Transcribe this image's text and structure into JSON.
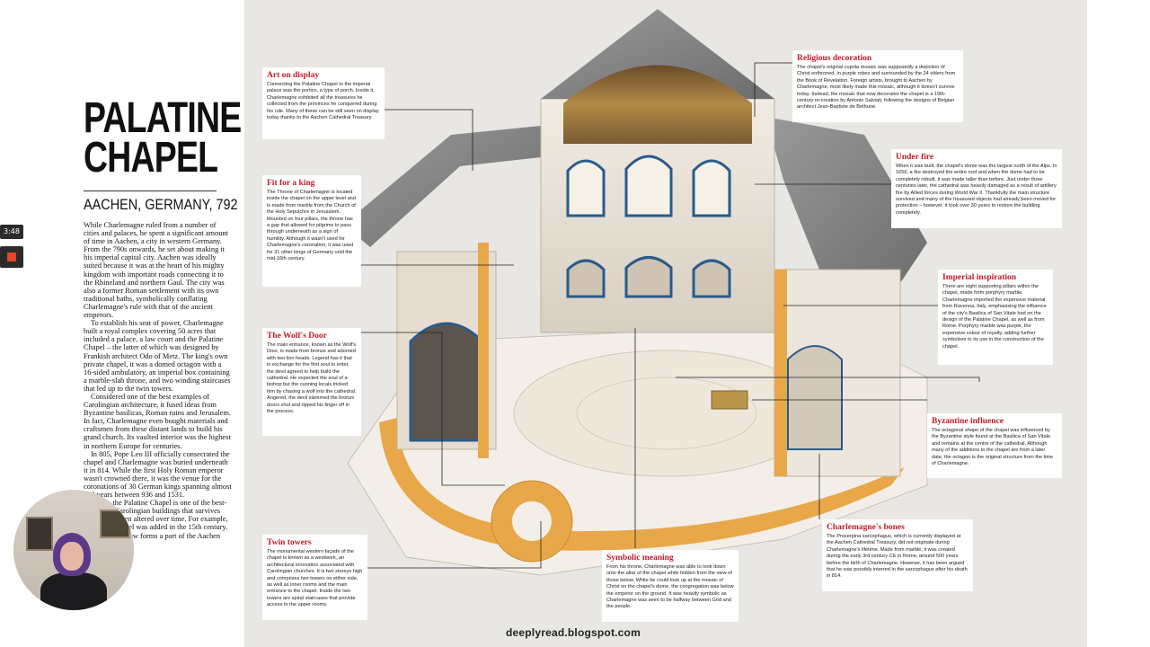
{
  "article": {
    "title": "PALATINE\nCHAPEL",
    "subtitle": "AACHEN, GERMANY, 792",
    "paragraphs": [
      "While Charlemagne ruled from a number of cities and palaces, he spent a significant amount of time in Aachen, a city in western Germany. From the 790s onwards, he set about making it his imperial capital city. Aachen was ideally suited because it was at the heart of his mighty kingdom with important roads connecting it to the Rhineland and northern Gaul. The city was also a former Roman settlement with its own traditional baths, symbolically conflating Charlemagne's rule with that of the ancient emperors.",
      "To establish his seat of power, Charlemagne built a royal complex covering 50 acres that included a palace, a law court and the Palatine Chapel – the latter of which was designed by Frankish architect Odo of Metz. The king's own private chapel, it was a domed octagon with a 16-sided ambulatory, an imperial box containing a marble-slab throne, and two winding staircases that led up to the twin towers.",
      "Considered one of the best examples of Carolingian architecture, it fused ideas from Byzantine basilicas, Roman ruins and Jerusalem. In fact, Charlemagne even bought materials and craftsmen from these distant lands to build his grand church. Its vaulted interior was the highest in northern Europe for centuries.",
      "In 805, Pope Leo III officially consecrated the chapel and Charlemagne was buried underneath it in 814. While the first Holy Roman emperor wasn't crowned there, it was the venue for the coronations of 30 German kings spanning almost 600 years between 936 and 1531.",
      "Today, the Palatine Chapel is one of the best-preserved Carolingian buildings that survives having not been altered over time. For example, a Gothic chancel was added in the 15th century. The structure now forms a part of the Aachen Cathedral."
    ]
  },
  "recorder": {
    "timer": "3:48"
  },
  "callouts": {
    "art": {
      "heading": "Art on display",
      "text": "Connecting the Palatine Chapel to the imperial palace was the portico, a type of porch. Inside it, Charlemagne exhibited all the treasures he collected from the provinces he conquered during his rule. Many of these can be still seen on display today thanks to the Aachen Cathedral Treasury."
    },
    "king": {
      "heading": "Fit for a king",
      "text": "The Throne of Charlemagne is located inside the chapel on the upper level and is made from marble from the Church of the Holy Sepulchre in Jerusalem. Mounted on four pillars, the throne has a gap that allowed for pilgrims to pass through underneath as a sign of humility. Although it wasn't used for Charlemagne's coronation, it was used for 31 other kings of Germany until the mid-16th century."
    },
    "wolf": {
      "heading": "The Wolf's Door",
      "text": "The main entrance, known as the Wolf's Door, is made from bronze and adorned with two lion heads. Legend has it that in exchange for the first soul to enter, the devil agreed to help build the cathedral. He expected the soul of a bishop but the cunning locals tricked him by chasing a wolf into the cathedral. Angered, the devil slammed the bronze doors shut and ripped his finger off in the process."
    },
    "towers": {
      "heading": "Twin towers",
      "text": "The monumental western façade of the chapel is known as a westwork, an architectural innovation associated with Carolingian churches. It is two storeys high and comprises two towers on either side, as well as inner rooms and the main entrance to the chapel. Inside the two towers are spiral staircases that provide access to the upper rooms."
    },
    "symbolic": {
      "heading": "Symbolic meaning",
      "text": "From his throne, Charlemagne was able to look down onto the altar of the chapel while hidden from the view of those below. While he could look up at the mosaic of Christ on the chapel's dome, the congregation was below the emperor on the ground. It was heavily symbolic as Charlemagne was seen to be halfway between God and the people."
    },
    "religious": {
      "heading": "Religious decoration",
      "text": "The chapel's original cupola mosaic was supposedly a depiction of Christ enthroned, in purple robes and surrounded by the 24 elders from the Book of Revelation. Foreign artists, brought to Aachen by Charlemagne, most likely made this mosaic, although it doesn't survive today. Instead, the mosaic that now decorates the chapel is a 19th-century re-creation by Antonio Salviati, following the designs of Belgian architect Jean-Baptiste de Bethune."
    },
    "fire": {
      "heading": "Under fire",
      "text": "When it was built, the chapel's dome was the largest north of the Alps. In 1656, a fire destroyed the entire roof and when the dome had to be completely rebuilt, it was made taller than before. Just under three centuries later, the cathedral was heavily damaged as a result of artillery fire by Allied forces during World War II. Thankfully the main structure survived and many of the treasured objects had already been moved for protection – however, it took over 30 years to restore the building completely."
    },
    "imperial": {
      "heading": "Imperial inspiration",
      "text": "There are eight supporting pillars within the chapel, made from porphyry marble. Charlemagne imported the expensive material from Ravenna, Italy, emphasising the influence of the city's Basilica of San Vitale had on the design of the Palatine Chapel, as well as from Rome. Porphyry marble was purple, the expensive colour of royalty, adding further symbolism to its use in the construction of the chapel."
    },
    "byzantine": {
      "heading": "Byzantine influence",
      "text": "The octagonal shape of the chapel was influenced by the Byzantine style found at the Basilica of San Vitale and remains at the centre of the cathedral. Although many of the additions to the chapel are from a later date, the octagon is the original structure from the time of Charlemagne."
    },
    "bones": {
      "heading": "Charlemagne's bones",
      "text": "The Proserpina sarcophagus, which is currently displayed at the Aachen Cathedral Treasury, did not originate during Charlemagne's lifetime. Made from marble, it was created during the early 3rd century CE in Rome, around 500 years before the birth of Charlemagne. However, it has been argued that he was possibly interred in the sarcophagus after his death in 814."
    }
  },
  "footer": {
    "url": "deeplyread.blogspot.com"
  },
  "colors": {
    "callout_heading": "#c01a2c",
    "cutaway_orange": "#e8a84a",
    "roof_grey": "#7d7d7d",
    "background": "#e9e7e3"
  }
}
